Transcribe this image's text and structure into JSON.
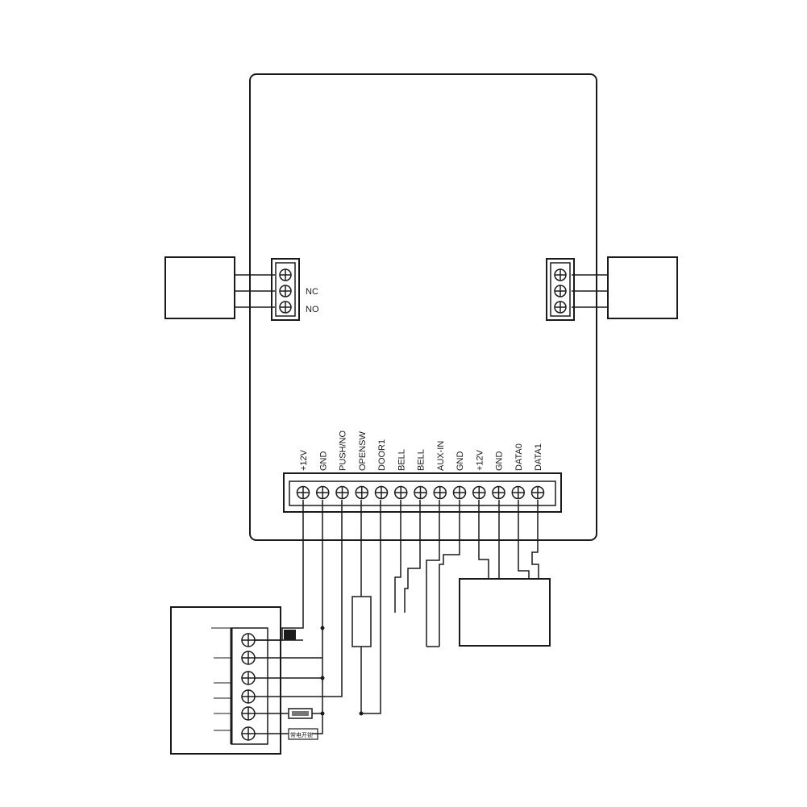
{
  "relay_left": {
    "labels": [
      "NC",
      "NO"
    ]
  },
  "terminal_block": {
    "labels": [
      "+12V",
      "GND",
      "PUSH/NO",
      "OPENSW",
      "DOOR1",
      "BELL",
      "BELL",
      "AUX-IN",
      "GND",
      "+12V",
      "GND",
      "DATA0",
      "DATA1"
    ]
  },
  "power_supply": {
    "button_label": "常电开锁"
  },
  "colors": {
    "line": "#1a1a1a",
    "background": "#ffffff"
  },
  "icons": {
    "screw_terminal": "circle-plus-icon",
    "dot_junction": "junction-dot-icon"
  }
}
